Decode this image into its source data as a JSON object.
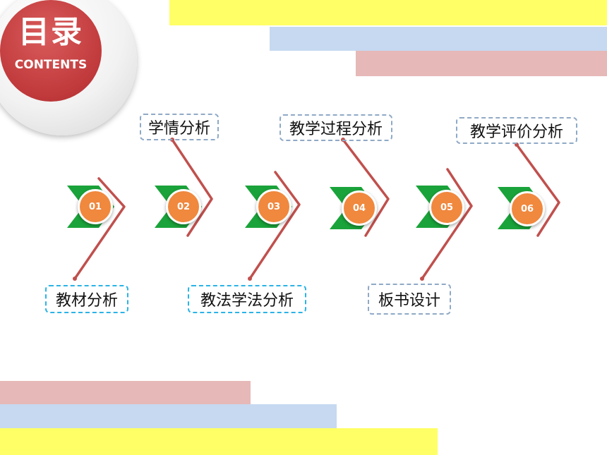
{
  "badge": {
    "title": "目录",
    "subtitle": "CONTENTS"
  },
  "colors": {
    "yellow": "#ffff66",
    "blue": "#c6d9f0",
    "pink": "#e6b8b7",
    "arrow_green": "#1aa33a",
    "circle_orange": "#f0883e",
    "connector_red": "#c0504d"
  },
  "steps": [
    {
      "number": "01",
      "label": "教材分析"
    },
    {
      "number": "02",
      "label": "学情分析"
    },
    {
      "number": "03",
      "label": "教法学法分析"
    },
    {
      "number": "04",
      "label": "教学过程分析"
    },
    {
      "number": "05",
      "label": "板书设计"
    },
    {
      "number": "06",
      "label": "教学评价分析"
    }
  ]
}
